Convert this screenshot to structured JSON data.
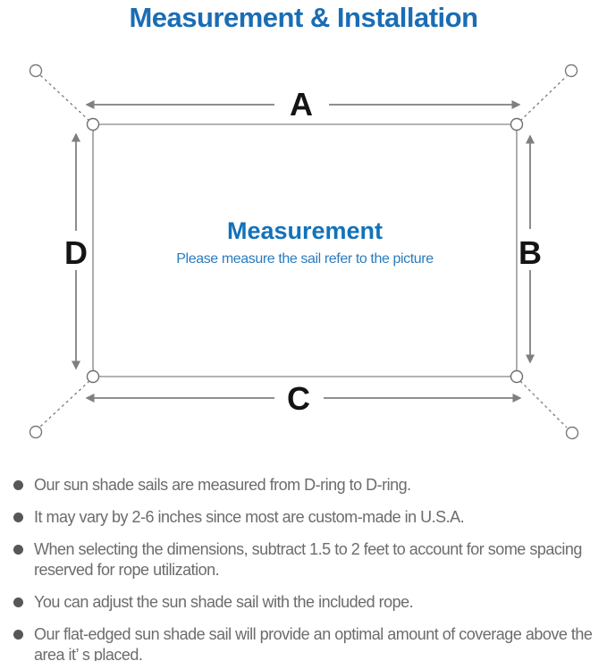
{
  "page_title": "Measurement & Installation",
  "diagram": {
    "labels": {
      "top": "A",
      "right": "B",
      "bottom": "C",
      "left": "D"
    },
    "center": {
      "heading": "Measurement",
      "subtitle": "Please measure the sail refer to the picture"
    }
  },
  "instructions": {
    "items": [
      "Our sun shade sails are measured from D-ring to D-ring.",
      "It may vary by 2-6 inches since most are custom-made in U.S.A.",
      "When selecting the dimensions, subtract 1.5 to 2 feet to account for some spacing reserved for rope utilization.",
      "You can adjust the sun shade sail with the included rope.",
      "Our flat-edged sun shade sail will provide an optimal amount of coverage above the area it’ s placed."
    ]
  },
  "colors": {
    "title_blue": "#1a6db4",
    "center_heading_blue": "#1372b9",
    "center_subtitle_blue": "#2b7cbe",
    "line_gray": "#7f7f7f",
    "outline_gray": "#9b9b9b",
    "body_text_gray": "#6c6c6c",
    "label_black": "#141414"
  }
}
